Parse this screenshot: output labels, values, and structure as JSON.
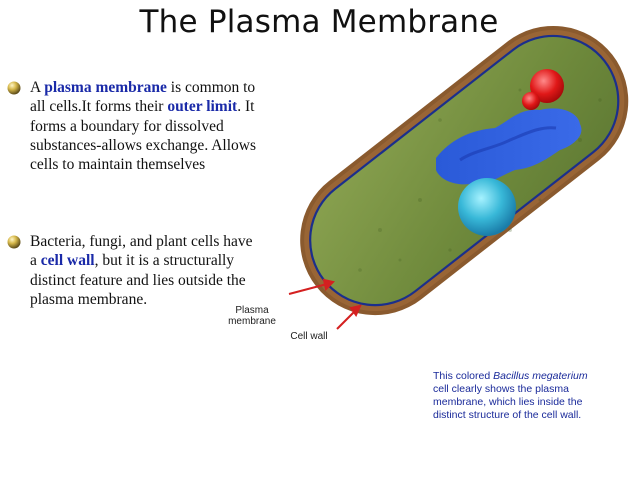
{
  "title": "The Plasma Membrane",
  "bullets": [
    {
      "parts": [
        {
          "text": "A ",
          "em": false
        },
        {
          "text": "plasma membrane",
          "em": true
        },
        {
          "text": " is common to all cells.It forms their ",
          "em": false
        },
        {
          "text": "outer limit",
          "em": true
        },
        {
          "text": ". It forms a boundary for dissolved substances-allows exchange. Allows cells to maintain themselves",
          "em": false
        }
      ]
    },
    {
      "parts": [
        {
          "text": "Bacteria, fungi, and plant cells have a ",
          "em": false
        },
        {
          "text": "cell wall",
          "em": true
        },
        {
          "text": ", but it is a structurally distinct feature and lies outside the plasma membrane.",
          "em": false
        }
      ]
    }
  ],
  "labels": {
    "plasma_membrane": "Plasma membrane",
    "cell_wall": "Cell wall"
  },
  "caption": {
    "before": "This colored ",
    "species": "Bacillus megaterium",
    "after": " cell clearly shows the plasma membrane, which lies inside the distinct structure of the cell wall."
  },
  "colors": {
    "emphasis": "#1a2aa8",
    "caption": "#1a2a9a",
    "arrow": "#d42020",
    "cytoplasm": "#6f8a3c",
    "cell_wall": "#8a5a2e",
    "membrane": "#1b2f8c"
  }
}
